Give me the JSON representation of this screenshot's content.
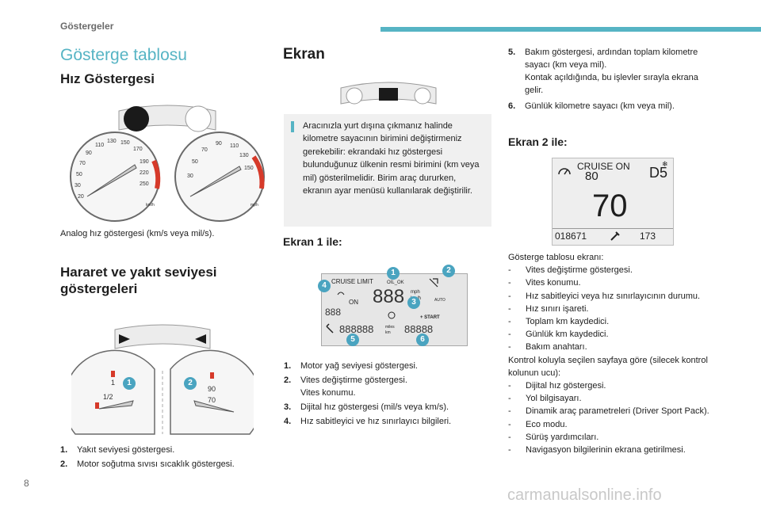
{
  "header": {
    "section": "Göstergeler",
    "accent_color": "#56b4c4"
  },
  "page_title": "Gösterge tablosu",
  "speedometer": {
    "heading": "Hız Göstergesi",
    "caption": "Analog hız göstergesi (km/s veya mil/s).",
    "kmh_ticks": [
      "20",
      "30",
      "50",
      "70",
      "90",
      "110",
      "130",
      "150",
      "170",
      "190",
      "220",
      "250"
    ],
    "mph_ticks": [
      "30",
      "50",
      "70",
      "90",
      "110",
      "130",
      "150"
    ],
    "unit_left": "km/h",
    "unit_right": "mph"
  },
  "temp_fuel": {
    "heading": "Hararet ve yakıt seviyesi göstergeleri",
    "fuel_labels": [
      "1",
      "1/2"
    ],
    "temp_labels": [
      "90",
      "70"
    ],
    "items": [
      {
        "num": "1.",
        "text": "Yakıt seviyesi göstergesi."
      },
      {
        "num": "2.",
        "text": "Motor soğutma sıvısı sıcaklık göstergesi."
      }
    ],
    "badges": [
      "1",
      "2"
    ]
  },
  "ekran": {
    "heading": "Ekran",
    "info": "Aracınızla yurt dışına çıkmanız halinde kilometre sayacının birimini değiştirmeniz gerekebilir: ekrandaki hız göstergesi bulunduğunuz ülkenin resmi birimini (km veya mil) gösterilmelidir. Birim araç dururken, ekranın ayar menüsü kullanılarak değiştirilir."
  },
  "ekran1": {
    "heading": "Ekran 1 ile:",
    "lcd": {
      "cruise_limit": "CRUISE LIMIT",
      "oil_ok": "OIL_OK",
      "speed_digits": "888",
      "unit_mph": "mph",
      "unit_kmh": "km/h",
      "on": "ON",
      "auto": "AUTO",
      "start": "+ START",
      "gear_digits": "888",
      "odometer_digits": "888888",
      "miles": "miles",
      "km": "km",
      "trip_digits": "88888"
    },
    "badges": [
      "1",
      "2",
      "3",
      "4",
      "5",
      "6"
    ],
    "items": [
      {
        "num": "1.",
        "text": "Motor yağ seviyesi göstergesi."
      },
      {
        "num": "2.",
        "text": "Vites değiştirme göstergesi.\nVites konumu."
      },
      {
        "num": "3.",
        "text": "Dijital hız göstergesi (mil/s veya km/s)."
      },
      {
        "num": "4.",
        "text": "Hız sabitleyici ve hız sınırlayıcı bilgileri."
      }
    ]
  },
  "right_top_items": [
    {
      "num": "5.",
      "text": "Bakım göstergesi, ardından toplam kilometre sayacı (km veya mil).\nKontak açıldığında, bu işlevler sırayla ekrana gelir."
    },
    {
      "num": "6.",
      "text": "Günlük kilometre sayacı (km veya mil)."
    }
  ],
  "ekran2": {
    "heading": "Ekran 2 ile:",
    "lcd": {
      "cruise_on": "CRUISE ON",
      "set_speed": "80",
      "gear": "D5",
      "speed": "70",
      "odometer": "018671",
      "trip": "173"
    },
    "intro": "Gösterge tablosu ekranı:",
    "list1": [
      "Vites değiştirme göstergesi.",
      "Vites konumu.",
      "Hız sabitleyici veya hız sınırlayıcının durumu.",
      "Hız sınırı işareti.",
      "Toplam km kaydedici.",
      "Günlük km kaydedici.",
      "Bakım anahtarı."
    ],
    "middle": "Kontrol koluyla seçilen sayfaya göre (silecek kontrol kolunun ucu):",
    "list2": [
      "Dijital hız göstergesi.",
      "Yol bilgisayarı.",
      "Dinamik araç parametreleri (Driver Sport Pack).",
      "Eco modu.",
      "Sürüş yardımcıları.",
      "Navigasyon bilgilerinin ekrana getirilmesi."
    ]
  },
  "footer": {
    "page_number": "8",
    "watermark": "carmanualsonline.info"
  }
}
